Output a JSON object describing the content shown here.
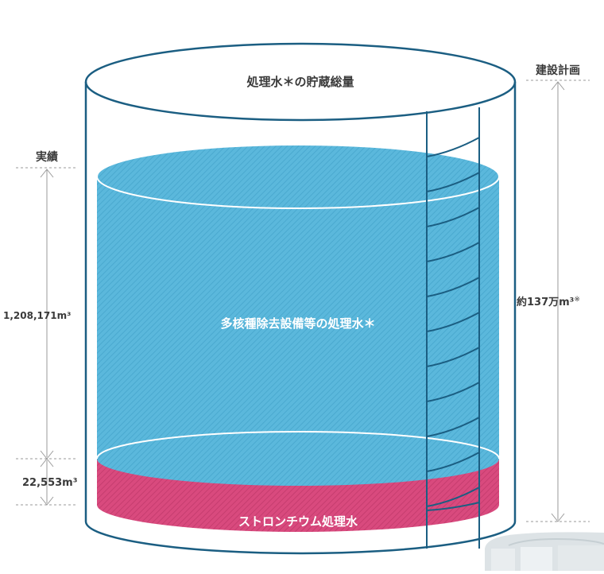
{
  "tank": {
    "top_label": "処理水＊の貯蔵総量"
  },
  "left_scale": {
    "heading": "実績",
    "treated_volume": "1,208,171m³",
    "strontium_volume": "22,553m³"
  },
  "right_scale": {
    "heading": "建設計画",
    "plan_volume": "約137万m³",
    "plan_note_mark": "※"
  },
  "layers": {
    "treated_label": "多核種除去設備等の処理水＊",
    "strontium_label": "ストロンチウム処理水"
  },
  "colors": {
    "outline": "#1b5e82",
    "water": "#5bb8dc",
    "water_hatch": "#4aa9cf",
    "strontium": "#d94a7e",
    "strontium_hatch": "#c63d6f",
    "dim_line": "#9a9a9a",
    "heading_text": "#3a3a3a"
  }
}
